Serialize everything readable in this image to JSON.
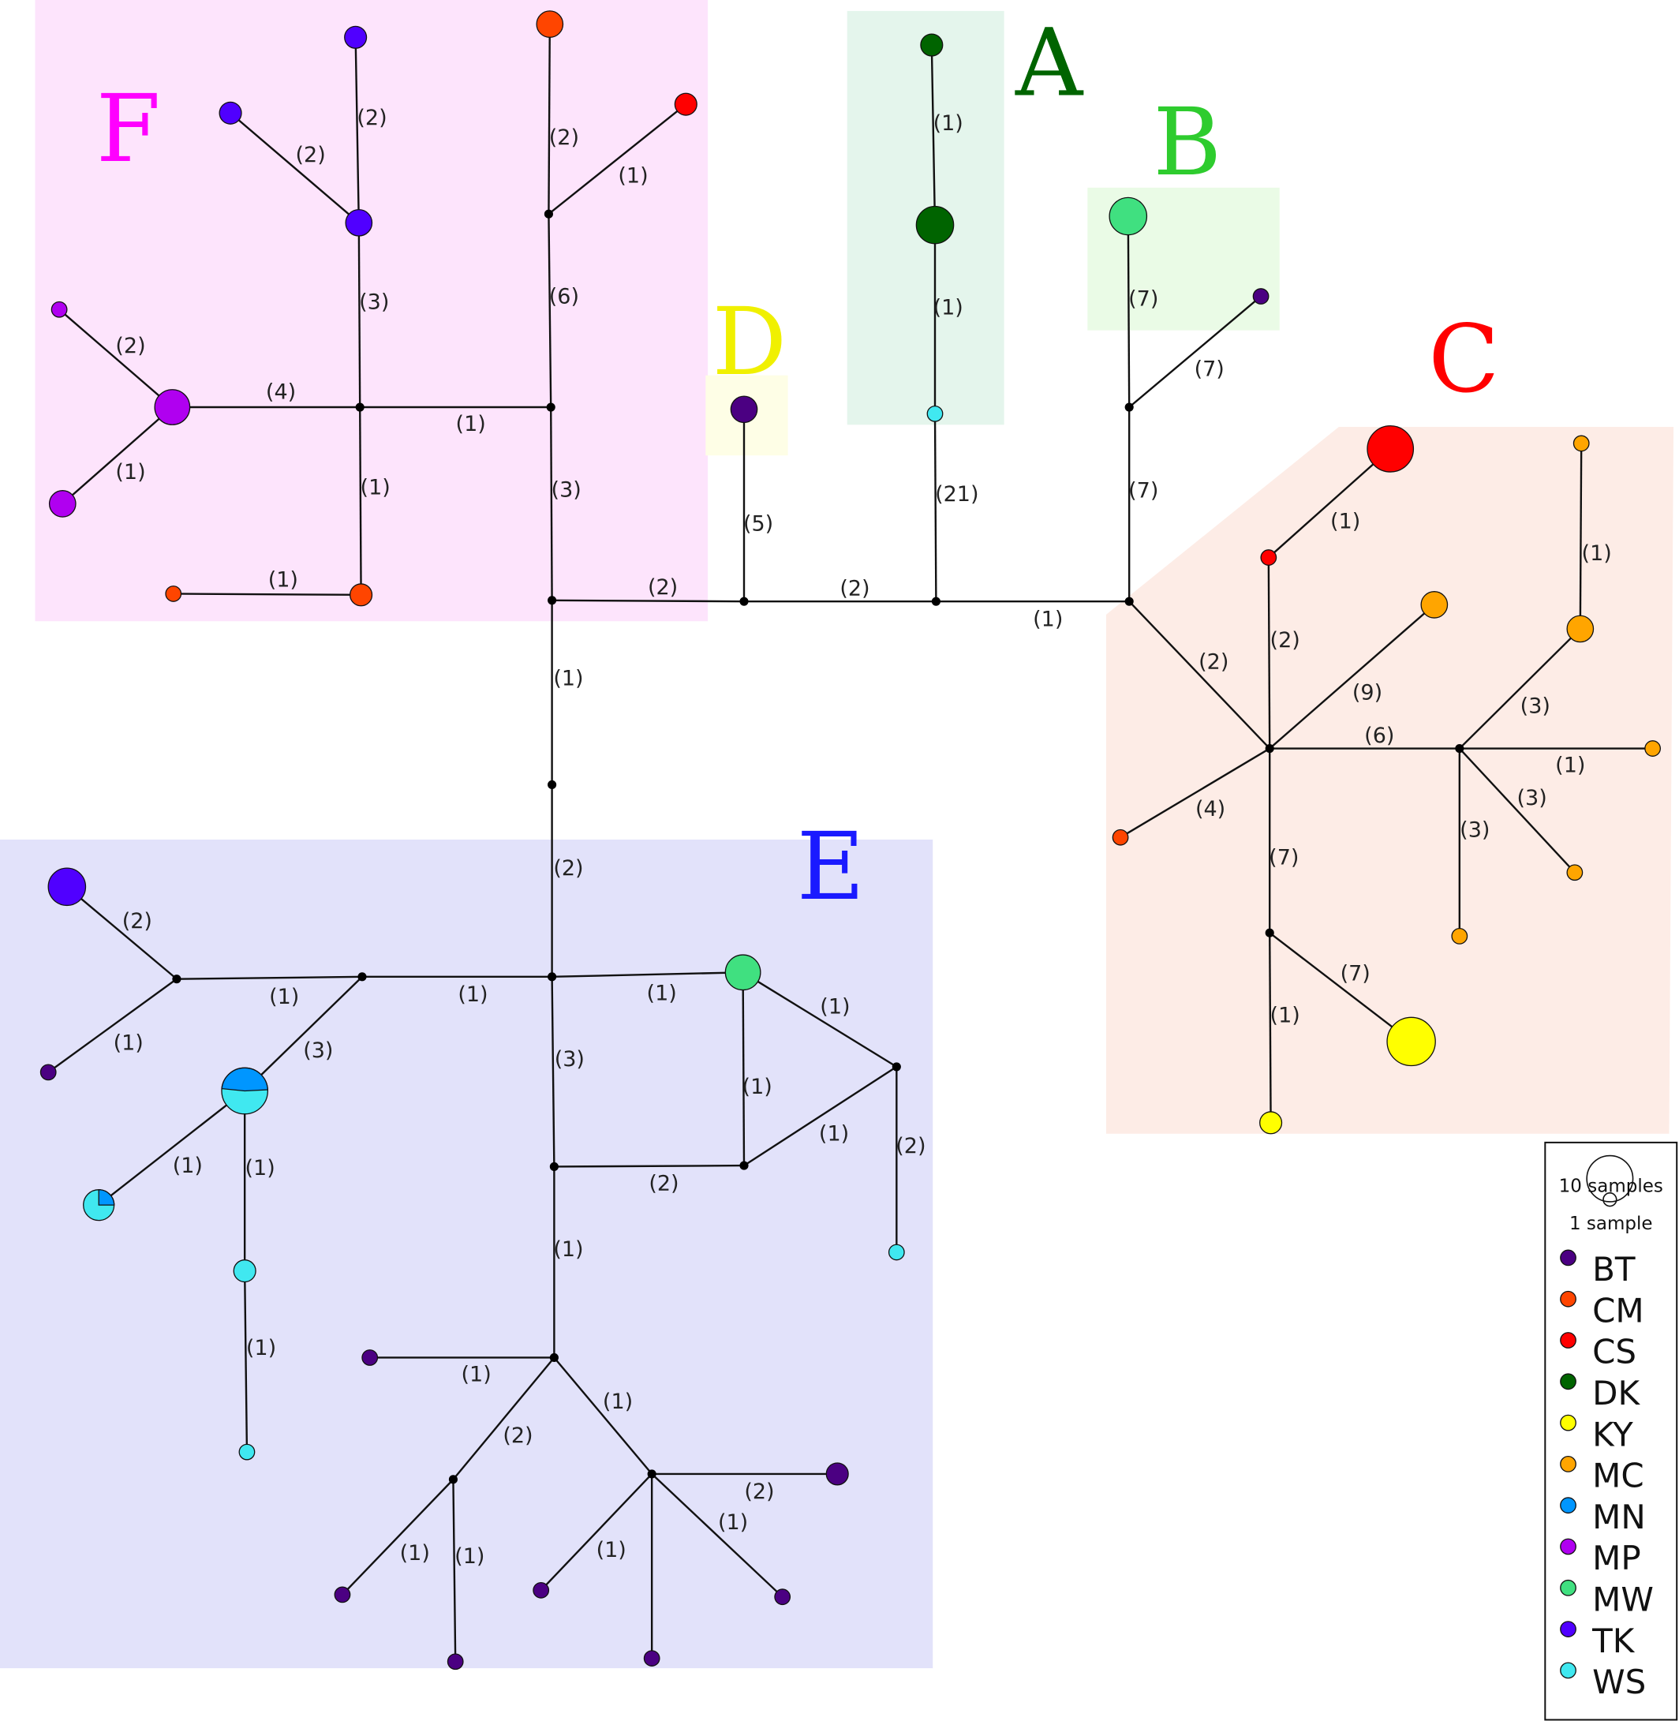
{
  "groups": [
    {
      "id": "F",
      "label": "F",
      "color": "#ff00ff",
      "bg": "#fde4fc"
    },
    {
      "id": "A",
      "label": "A",
      "color": "#006400",
      "bg": "#e4f5ec"
    },
    {
      "id": "B",
      "label": "B",
      "color": "#2ecc2e",
      "bg": "#eafbe6"
    },
    {
      "id": "D",
      "label": "D",
      "color": "#f0f000",
      "bg": "#fefee6"
    },
    {
      "id": "C",
      "label": "C",
      "color": "#ff0000",
      "bg": "#fdece6"
    },
    {
      "id": "E",
      "label": "E",
      "color": "#1a1aff",
      "bg": "#e2e2fa"
    }
  ],
  "populations": [
    {
      "code": "BT",
      "color": "#4b0082"
    },
    {
      "code": "CM",
      "color": "#ff4500"
    },
    {
      "code": "CS",
      "color": "#ff0000"
    },
    {
      "code": "DK",
      "color": "#006400"
    },
    {
      "code": "KY",
      "color": "#ffff00"
    },
    {
      "code": "MC",
      "color": "#ffa500"
    },
    {
      "code": "MN",
      "color": "#0096ff"
    },
    {
      "code": "MP",
      "color": "#b000f0"
    },
    {
      "code": "MW",
      "color": "#40e080"
    },
    {
      "code": "TK",
      "color": "#5000ff"
    },
    {
      "code": "WS",
      "color": "#40e8f0"
    }
  ],
  "legend": {
    "size_large": "10 samples",
    "size_small": "1 sample"
  },
  "edge_labels": [
    "(1)",
    "(1)",
    "(7)",
    "(7)",
    "(7)",
    "(21)",
    "(5)",
    "(2)",
    "(2)",
    "(1)",
    "(1)",
    "(2)",
    "(6)",
    "(3)",
    "(2)",
    "(2)",
    "(3)",
    "(4)",
    "(1)",
    "(1)",
    "(1)",
    "(2)",
    "(1)",
    "(1)",
    "(2)",
    "(2)",
    "(9)",
    "(6)",
    "(4)",
    "(7)",
    "(7)",
    "(1)",
    "(1)",
    "(3)",
    "(1)",
    "(3)",
    "(3)",
    "(1)",
    "(2)",
    "(1)",
    "(1)",
    "(2)",
    "(1)",
    "(3)",
    "(1)",
    "(1)",
    "(1)",
    "(1)",
    "(1)",
    "(1)",
    "(1)",
    "(2)",
    "(3)",
    "(2)",
    "(1)",
    "(1)",
    "(1)",
    "(2)",
    "(2)",
    "(1)",
    "(1)",
    "(1)",
    "(1)"
  ]
}
